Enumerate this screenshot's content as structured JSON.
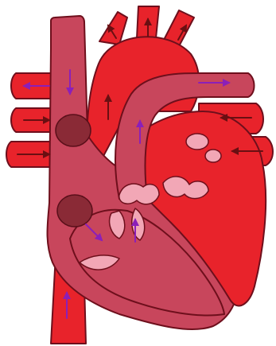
{
  "diagram": {
    "subject": "heart-cross-section",
    "colors": {
      "background": "#ffffff",
      "oxygenated_blood": "#e8232b",
      "deoxygenated_blood": "#c8465c",
      "valves": "#f2a7b6",
      "nodes": "#8a2a36",
      "outline": "#6e0f1c",
      "arrow_deoxygenated": "#8b1fb8",
      "arrow_oxygenated": "#6a0f12"
    },
    "flow_arrows": [
      {
        "id": "flow-superior-vena-cava",
        "kind": "deoxygenated",
        "direction": "down"
      },
      {
        "id": "flow-inferior-vena-cava",
        "kind": "deoxygenated",
        "direction": "up"
      },
      {
        "id": "flow-right-upper-vein",
        "kind": "deoxygenated",
        "direction": "left"
      },
      {
        "id": "flow-right-mid-vein",
        "kind": "oxygenated",
        "direction": "right"
      },
      {
        "id": "flow-right-lower-vein",
        "kind": "oxygenated",
        "direction": "right"
      },
      {
        "id": "flow-pulmonary-artery",
        "kind": "deoxygenated",
        "direction": "right"
      },
      {
        "id": "flow-left-pulmonary-vein-1",
        "kind": "oxygenated",
        "direction": "left"
      },
      {
        "id": "flow-left-pulmonary-vein-2",
        "kind": "oxygenated",
        "direction": "left"
      },
      {
        "id": "flow-aortic-branches",
        "kind": "oxygenated",
        "direction": "up"
      },
      {
        "id": "flow-aorta",
        "kind": "oxygenated",
        "direction": "up"
      },
      {
        "id": "flow-pulmonary-trunk",
        "kind": "deoxygenated",
        "direction": "up"
      },
      {
        "id": "flow-right-ventricle",
        "kind": "deoxygenated",
        "direction": "up"
      },
      {
        "id": "flow-tricuspid",
        "kind": "deoxygenated",
        "direction": "down-right"
      }
    ]
  }
}
